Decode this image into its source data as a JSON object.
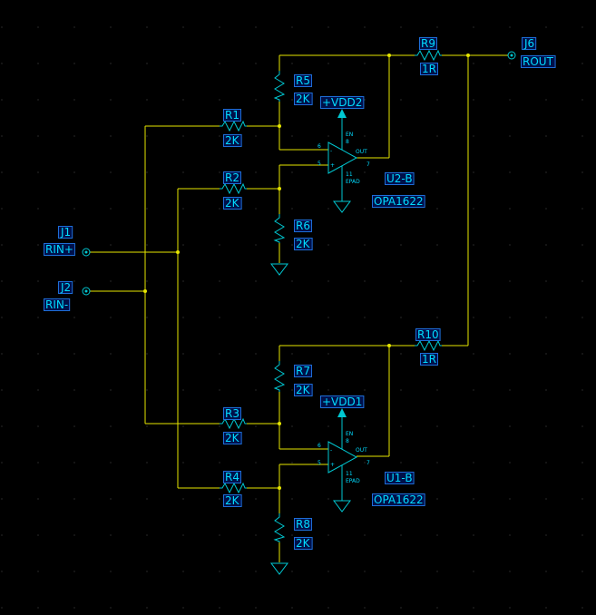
{
  "labels": {
    "r1": "R1",
    "r1_val": "2K",
    "r2": "R2",
    "r2_val": "2K",
    "r3": "R3",
    "r3_val": "2K",
    "r4": "R4",
    "r4_val": "2K",
    "r5": "R5",
    "r5_val": "2K",
    "r6": "R6",
    "r6_val": "2K",
    "r7": "R7",
    "r7_val": "2K",
    "r8": "R8",
    "r8_val": "2K",
    "r9": "R9",
    "r9_val": "1R",
    "r10": "R10",
    "r10_val": "1R",
    "j1": "J1",
    "j1_net": "RIN+",
    "j2": "J2",
    "j2_net": "RIN-",
    "j6": "J6",
    "j6_net": "ROUT",
    "u2": "U2-B",
    "u2_part": "OPA1622",
    "u1": "U1-B",
    "u1_part": "OPA1622",
    "vdd2": "+VDD2",
    "vdd1": "+VDD1",
    "pin_en": "EN",
    "pin_out": "OUT",
    "pin_epad": "EPAD",
    "pin6": "6",
    "pin5": "5",
    "pin8": "8",
    "pin7": "7",
    "pin11": "11",
    "minus": "-",
    "plus": "+"
  },
  "colors": {
    "wire": "#e6e600",
    "component": "#00c8d2",
    "label": "#00dcff",
    "background": "#000000"
  }
}
